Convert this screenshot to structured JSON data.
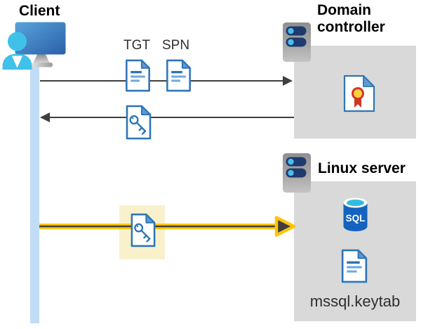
{
  "nodes": {
    "client": {
      "label": "Client",
      "icon": "person-monitor-icon"
    },
    "domain_controller": {
      "label": "Domain controller",
      "icon": "server-icon",
      "contents": [
        {
          "icon": "certificate-document-icon"
        }
      ]
    },
    "linux_server": {
      "label": "Linux server",
      "icon": "server-icon",
      "contents": [
        {
          "icon": "sql-database-icon",
          "label": "SQL"
        },
        {
          "icon": "text-document-icon",
          "label": "mssql.keytab"
        }
      ]
    }
  },
  "documents": {
    "tgt": "TGT",
    "spn": "SPN",
    "sql": "SQL",
    "keytab": "mssql.keytab"
  },
  "flows": [
    {
      "from": "client",
      "to": "domain_controller",
      "direction": "right",
      "style": "gray-arrow",
      "item_icons": [
        "text-document-icon",
        "text-document-icon"
      ],
      "item_labels": [
        "TGT",
        "SPN"
      ]
    },
    {
      "from": "domain_controller",
      "to": "client",
      "direction": "left",
      "style": "gray-arrow",
      "item_icons": [
        "key-document-icon"
      ],
      "item_labels": []
    },
    {
      "from": "client",
      "to": "linux_server",
      "direction": "right",
      "style": "yellow-arrow",
      "highlighted": true,
      "item_icons": [
        "key-document-icon"
      ],
      "item_labels": []
    }
  ],
  "colors": {
    "doc_blue": "#2E75B6",
    "doc_fold_blue": "#5B9BD5",
    "doc_line_light_blue": "#6FA8DC",
    "box_gray": "#D9D9D9",
    "arrow_gray": "#3F3F3F",
    "accent_yellow": "#FFC40E",
    "highlight_cream": "#F9F1CB",
    "timeline_blue": "#C2DCF6",
    "server_pill_navy": "#1E3A6E",
    "server_dot_cyan": "#49BEEB",
    "sql_blue": "#1463C0",
    "sql_top_cyan": "#32BCDE",
    "certificate_yellow": "#FFD23B",
    "certificate_red": "#D2342A",
    "person_cyan": "#3FC1EA"
  }
}
